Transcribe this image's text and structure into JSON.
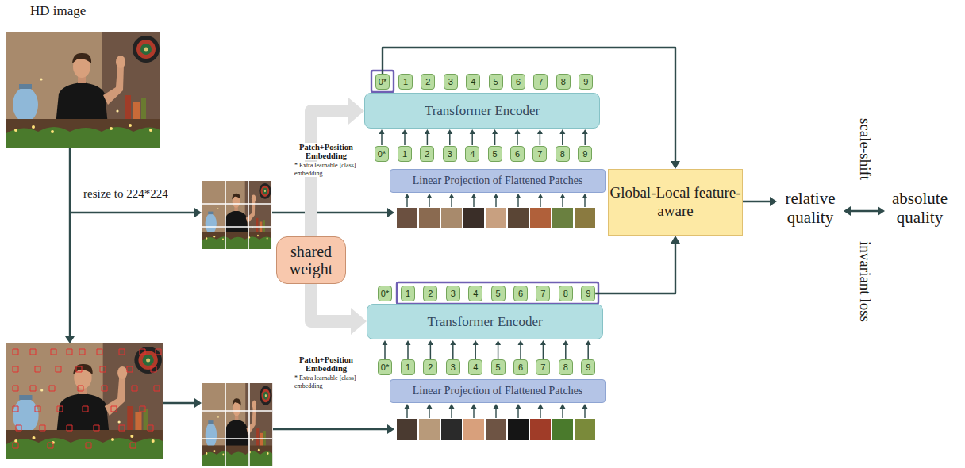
{
  "diagram": {
    "nodes": [
      {
        "text": [
          "0*"
        ]
      },
      {
        "text": [
          "1"
        ]
      },
      {
        "text": [
          "2"
        ]
      },
      {
        "text": [
          "3"
        ]
      },
      {
        "text": [
          "4"
        ]
      },
      {
        "text": [
          "5"
        ]
      },
      {
        "text": [
          "6"
        ]
      },
      {
        "text": [
          "7"
        ]
      },
      {
        "text": [
          "8"
        ]
      },
      {
        "text": [
          "9"
        ]
      },
      {
        "text": [
          "Transformer Encoder"
        ]
      },
      {
        "text": [
          "0*"
        ]
      },
      {
        "text": [
          "1"
        ]
      },
      {
        "text": [
          "2"
        ]
      },
      {
        "text": [
          "3"
        ]
      },
      {
        "text": [
          "4"
        ]
      },
      {
        "text": [
          "5"
        ]
      },
      {
        "text": [
          "6"
        ]
      },
      {
        "text": [
          "7"
        ]
      },
      {
        "text": [
          "8"
        ]
      },
      {
        "text": [
          "9"
        ]
      },
      {
        "text": [
          "Linear Projection of Flattened Patches"
        ]
      },
      {
        "text": [
          "shared weight"
        ]
      },
      {
        "text": [
          "Global-Local feature-aware"
        ]
      },
      {
        "text": [
          "0*"
        ]
      },
      {
        "text": [
          "1"
        ]
      },
      {
        "text": [
          "2"
        ]
      },
      {
        "text": [
          "3"
        ]
      },
      {
        "text": [
          "4"
        ]
      },
      {
        "text": [
          "5"
        ]
      },
      {
        "text": [
          "6"
        ]
      },
      {
        "text": [
          "7"
        ]
      },
      {
        "text": [
          "8"
        ]
      },
      {
        "text": [
          "9"
        ]
      },
      {
        "text": [
          "Transformer Encoder"
        ]
      },
      {
        "text": [
          "0*"
        ]
      },
      {
        "text": [
          "1"
        ]
      },
      {
        "text": [
          "2"
        ]
      },
      {
        "text": [
          "3"
        ]
      },
      {
        "text": [
          "4"
        ]
      },
      {
        "text": [
          "5"
        ]
      },
      {
        "text": [
          "6"
        ]
      },
      {
        "text": [
          "7"
        ]
      },
      {
        "text": [
          "8"
        ]
      },
      {
        "text": [
          "9"
        ]
      },
      {
        "text": [
          "Linear Projection of Flattened Patches"
        ]
      }
    ],
    "edges": [
      {
        "from": 11,
        "to": 10,
        "arrow": "to"
      },
      {
        "from": 12,
        "to": 10,
        "arrow": "to"
      },
      {
        "from": 13,
        "to": 10,
        "arrow": "to"
      },
      {
        "from": 14,
        "to": 10,
        "arrow": "to"
      },
      {
        "from": 15,
        "to": 10,
        "arrow": "to"
      },
      {
        "from": 16,
        "to": 10,
        "arrow": "to"
      },
      {
        "from": 17,
        "to": 10,
        "arrow": "to"
      },
      {
        "from": 18,
        "to": 10,
        "arrow": "to"
      },
      {
        "from": 19,
        "to": 10,
        "arrow": "to"
      },
      {
        "from": 20,
        "to": 10,
        "arrow": "to"
      },
      {
        "from": 0,
        "to": 23,
        "arrow": "to"
      },
      {
        "from": 22,
        "to": 10,
        "arrow": "to"
      },
      {
        "from": 22,
        "to": 34,
        "arrow": "to"
      },
      {
        "from": 33,
        "to": 23,
        "arrow": "to"
      },
      {
        "from": 35,
        "to": 34,
        "arrow": "to"
      },
      {
        "from": 36,
        "to": 34,
        "arrow": "to"
      },
      {
        "from": 37,
        "to": 34,
        "arrow": "to"
      },
      {
        "from": 38,
        "to": 34,
        "arrow": "to"
      },
      {
        "from": 39,
        "to": 34,
        "arrow": "to"
      },
      {
        "from": 40,
        "to": 34,
        "arrow": "to"
      },
      {
        "from": 41,
        "to": 34,
        "arrow": "to"
      },
      {
        "from": 42,
        "to": 34,
        "arrow": "to"
      },
      {
        "from": 43,
        "to": 34,
        "arrow": "to"
      },
      {
        "from": 44,
        "to": 34,
        "arrow": "to"
      }
    ],
    "labels": [
      "HD image",
      "resize to 224*224",
      "Patch+Position Embedding",
      "* Extra learnable [class] embedding",
      "Patch+Position Embedding",
      "* Extra learnable [class] embedding",
      "relative quality",
      "scale-shift",
      "absolute quality",
      "invariant loss"
    ]
  }
}
